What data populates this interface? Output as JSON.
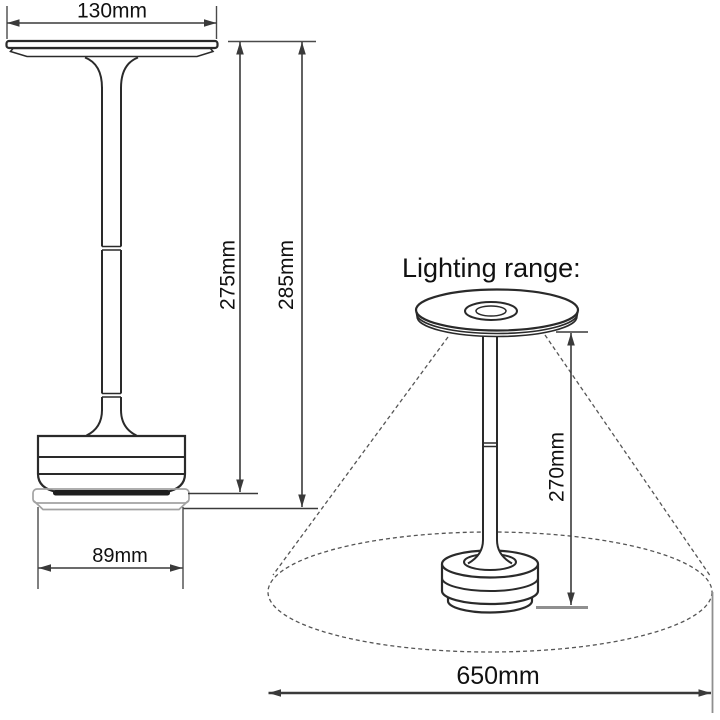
{
  "diagram": {
    "front_view": {
      "top_width": "130mm",
      "body_height": "275mm",
      "total_height": "285mm",
      "base_width": "89mm"
    },
    "lighting_view": {
      "title": "Lighting range:",
      "lamp_height": "270mm",
      "light_diameter": "650mm"
    },
    "colors": {
      "line": "#2a2a2a",
      "dim_line": "#3a3a3a",
      "dashed_line": "#555555",
      "pad_gray": "#a2a2a2",
      "tick_gray": "#8f8f8f",
      "band_dark": "#1e1e1e",
      "text": "#111111",
      "background": "#ffffff"
    }
  }
}
